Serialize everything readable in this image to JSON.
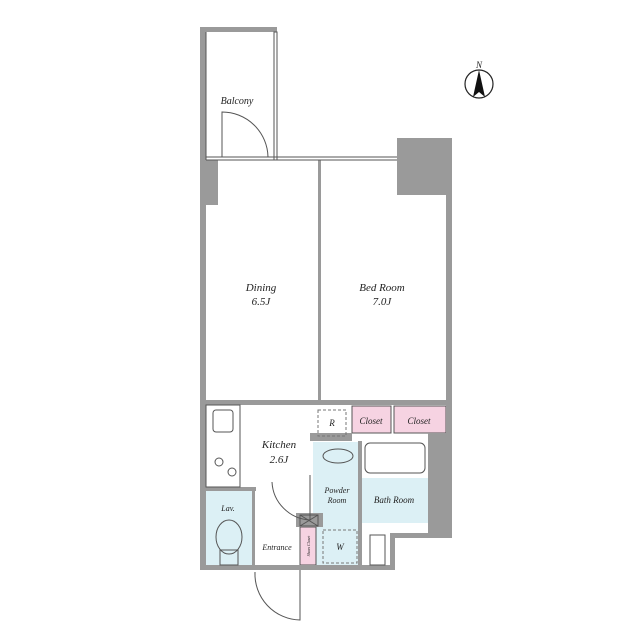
{
  "compass": {
    "label": "N"
  },
  "rooms": {
    "balcony": "Balcony",
    "dining": {
      "name": "Dining",
      "size": "6.5J"
    },
    "bedroom": {
      "name": "Bed Room",
      "size": "7.0J"
    },
    "kitchen": {
      "name": "Kitchen",
      "size": "2.6J"
    },
    "closet1": "Closet",
    "closet2": "Closet",
    "refrigerator": "R",
    "powder_room": {
      "line1": "Powder",
      "line2": "Room"
    },
    "bath_room": "Bath Room",
    "lav": "Lav.",
    "entrance": "Entrance",
    "shoe_closet": "Shoes Closet",
    "washer": "W"
  },
  "colors": {
    "wall": "#9a9a9a",
    "wet_area": "#dcf0f5",
    "closet": "#f6d3e2"
  }
}
